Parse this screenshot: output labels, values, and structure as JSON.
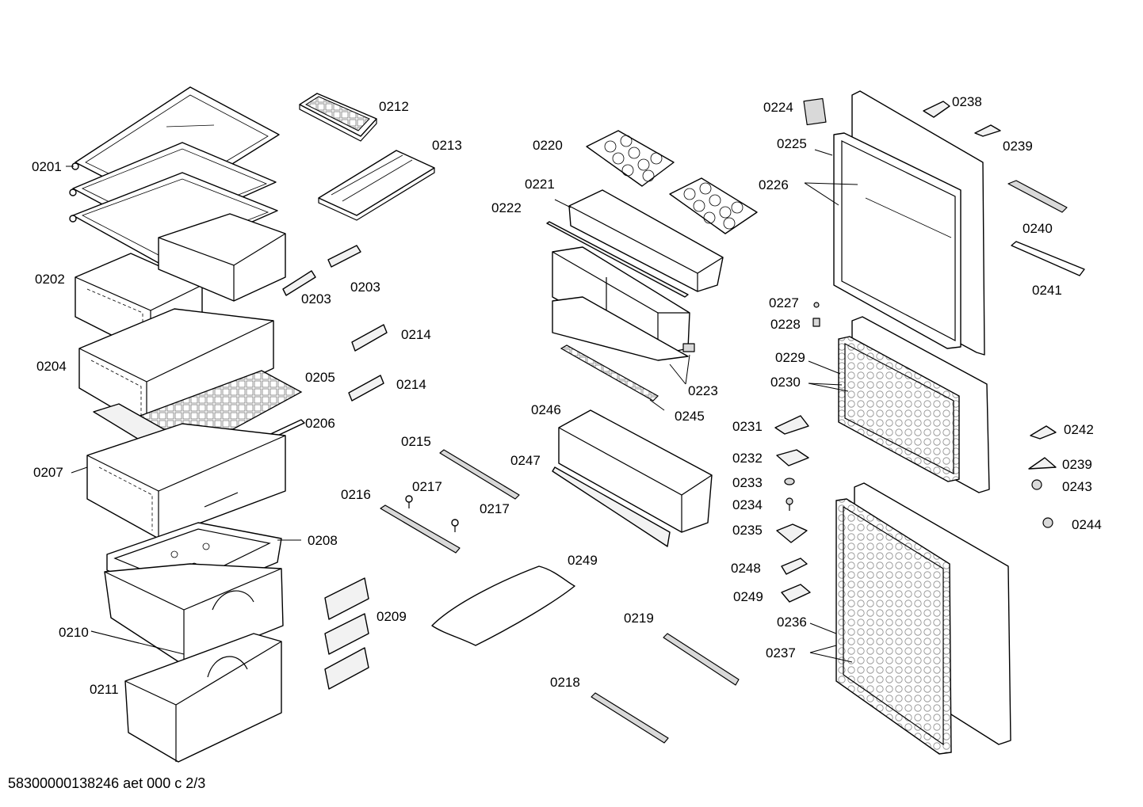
{
  "callouts": [
    "0201",
    "0202",
    "0203",
    "0203",
    "0204",
    "0205",
    "0206",
    "0207",
    "0208",
    "0209",
    "0210",
    "0211",
    "0212",
    "0213",
    "0214",
    "0214",
    "0215",
    "0216",
    "0217",
    "0217",
    "0218",
    "0219",
    "0220",
    "0221",
    "0222",
    "0223",
    "0224",
    "0225",
    "0226",
    "0227",
    "0228",
    "0229",
    "0230",
    "0231",
    "0232",
    "0233",
    "0234",
    "0235",
    "0236",
    "0237",
    "0238",
    "0239",
    "0239",
    "0240",
    "0241",
    "0242",
    "0243",
    "0244",
    "0245",
    "0246",
    "0247",
    "0248",
    "0249",
    "0249"
  ],
  "footer": "58300000138246 aet 000 c 2/3"
}
